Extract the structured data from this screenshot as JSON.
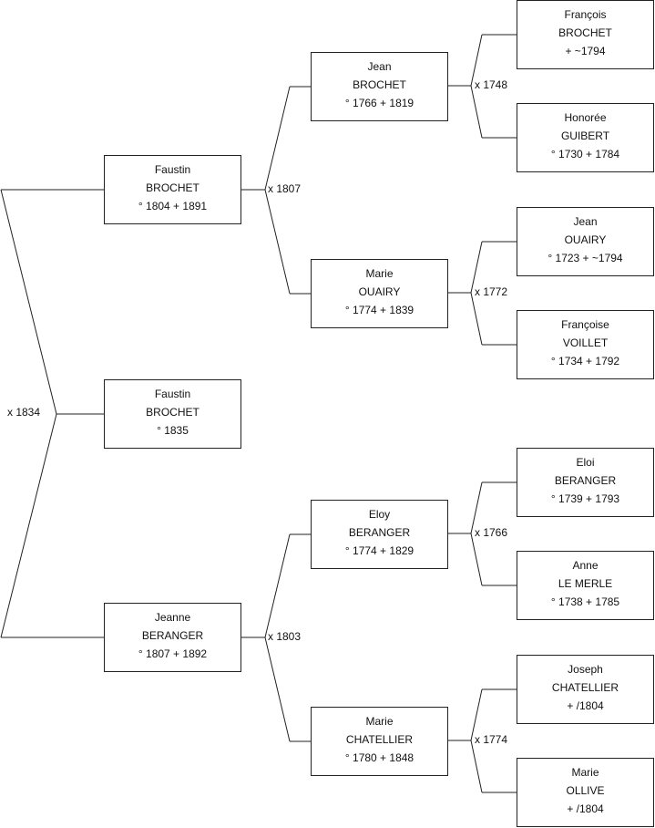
{
  "persons": [
    {
      "id": "p1",
      "given": "Faustin",
      "surname": "BROCHET",
      "dates": "° 1835"
    },
    {
      "id": "p2",
      "given": "Faustin",
      "surname": "BROCHET",
      "dates": "° 1804 + 1891"
    },
    {
      "id": "p3",
      "given": "Jeanne",
      "surname": "BERANGER",
      "dates": "° 1807 + 1892"
    },
    {
      "id": "p4",
      "given": "Jean",
      "surname": "BROCHET",
      "dates": "° 1766 + 1819"
    },
    {
      "id": "p5",
      "given": "Marie",
      "surname": "OUAIRY",
      "dates": "° 1774 + 1839"
    },
    {
      "id": "p6",
      "given": "Eloy",
      "surname": "BERANGER",
      "dates": "° 1774 + 1829"
    },
    {
      "id": "p7",
      "given": "Marie",
      "surname": "CHATELLIER",
      "dates": "° 1780 + 1848"
    },
    {
      "id": "p8",
      "given": "François",
      "surname": "BROCHET",
      "dates": "+ ~1794"
    },
    {
      "id": "p9",
      "given": "Honorée",
      "surname": "GUIBERT",
      "dates": "° 1730 + 1784"
    },
    {
      "id": "p10",
      "given": "Jean",
      "surname": "OUAIRY",
      "dates": "° 1723 + ~1794"
    },
    {
      "id": "p11",
      "given": "Françoise",
      "surname": "VOILLET",
      "dates": "° 1734 + 1792"
    },
    {
      "id": "p12",
      "given": "Eloi",
      "surname": "BERANGER",
      "dates": "° 1739 + 1793"
    },
    {
      "id": "p13",
      "given": "Anne",
      "surname": "LE MERLE",
      "dates": "° 1738 + 1785"
    },
    {
      "id": "p14",
      "given": "Joseph",
      "surname": "CHATELLIER",
      "dates": "+ /1804"
    },
    {
      "id": "p15",
      "given": "Marie",
      "surname": "OLLIVE",
      "dates": "+ /1804"
    }
  ],
  "marriages": [
    {
      "id": "m1",
      "label": "x 1834",
      "father": "p2",
      "mother": "p3"
    },
    {
      "id": "m2",
      "label": "x 1807",
      "father": "p4",
      "mother": "p5"
    },
    {
      "id": "m3",
      "label": "x 1803",
      "father": "p6",
      "mother": "p7"
    },
    {
      "id": "m4",
      "label": "x 1748",
      "father": "p8",
      "mother": "p9"
    },
    {
      "id": "m5",
      "label": "x 1772",
      "father": "p10",
      "mother": "p11"
    },
    {
      "id": "m6",
      "label": "x 1766",
      "father": "p12",
      "mother": "p13"
    },
    {
      "id": "m7",
      "label": "x 1774",
      "father": "p14",
      "mother": "p15"
    }
  ]
}
